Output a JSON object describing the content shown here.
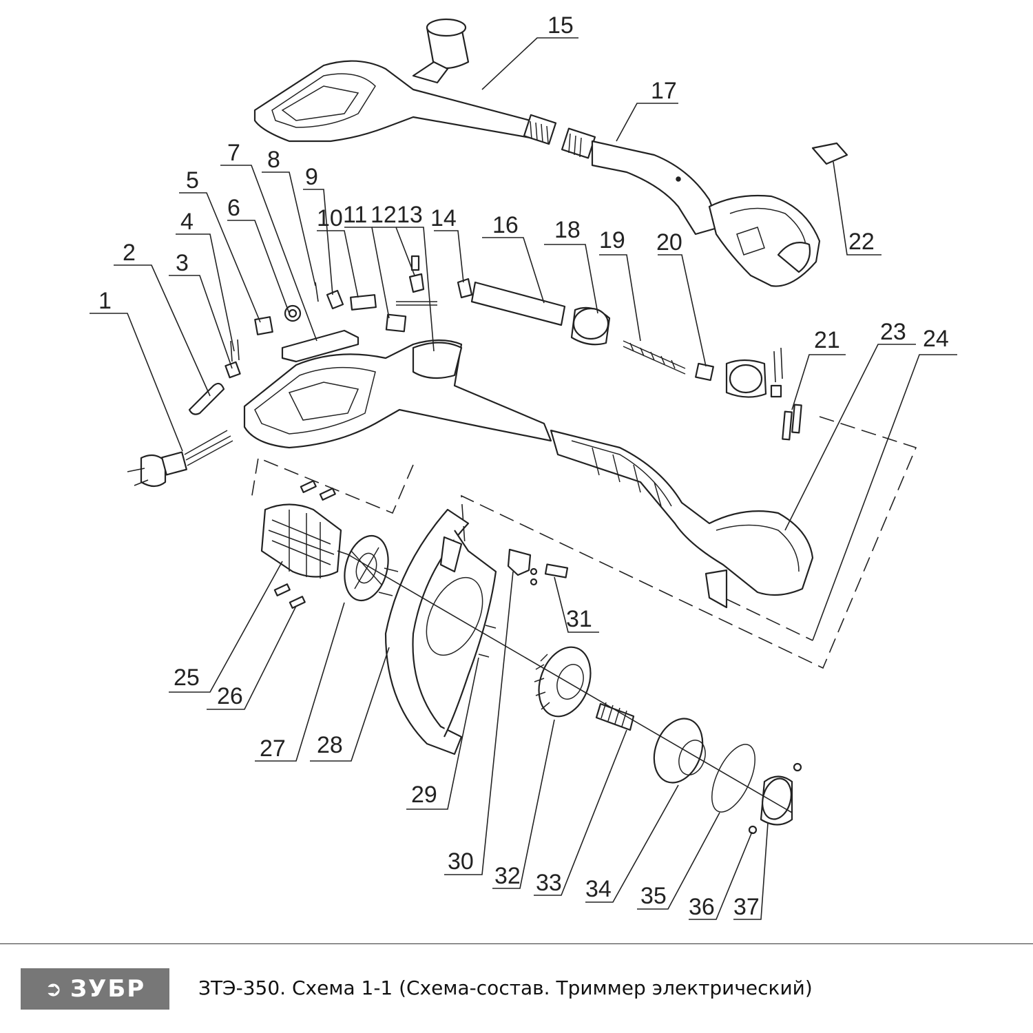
{
  "labels": [
    "1",
    "2",
    "3",
    "4",
    "5",
    "6",
    "7",
    "8",
    "9",
    "10",
    "11",
    "12",
    "13",
    "14",
    "15",
    "16",
    "17",
    "18",
    "19",
    "20",
    "21",
    "22",
    "23",
    "24",
    "25",
    "26",
    "27",
    "28",
    "29",
    "30",
    "31",
    "32",
    "33",
    "34",
    "35",
    "36",
    "37"
  ],
  "footer": {
    "logo_text": "ЗУБР",
    "model": "ЗТЭ-350.",
    "description": "Схема 1-1 (Схема-состав. Триммер электрический)"
  }
}
